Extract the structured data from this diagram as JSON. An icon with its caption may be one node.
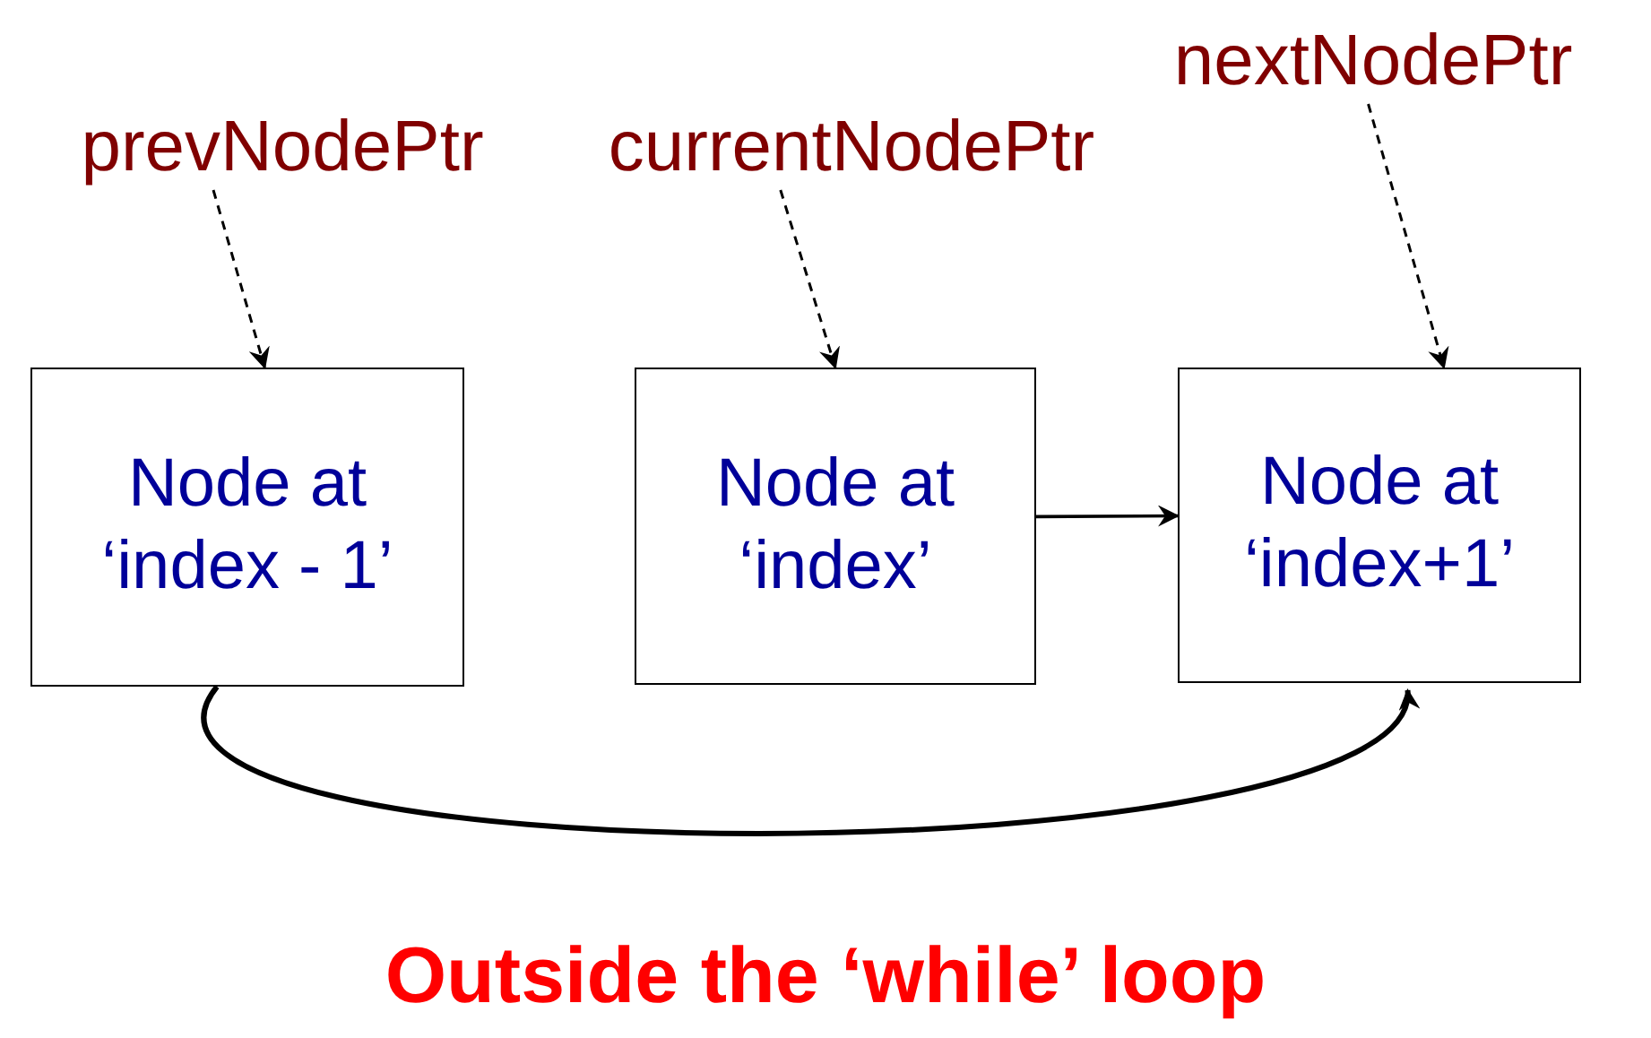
{
  "diagram": {
    "caption": "Outside the ‘while’ loop",
    "nodes": [
      {
        "text": [
          "prevNodePtr"
        ]
      },
      {
        "text": [
          "currentNodePtr"
        ]
      },
      {
        "text": [
          "nextNodePtr"
        ]
      },
      {
        "text": [
          "Node at ‘index - 1’"
        ]
      },
      {
        "text": [
          "Node at ‘index’"
        ]
      },
      {
        "text": [
          "Node at ‘index+1’"
        ]
      }
    ],
    "edges": [
      {
        "from": 0,
        "to": 3,
        "arrow": "to",
        "style": "dashed"
      },
      {
        "from": 1,
        "to": 4,
        "arrow": "to",
        "style": "dashed"
      },
      {
        "from": 2,
        "to": 5,
        "arrow": "to",
        "style": "dashed"
      },
      {
        "from": 4,
        "to": 5,
        "arrow": "to"
      },
      {
        "from": 3,
        "to": 5,
        "arrow": "to",
        "style": "thick"
      }
    ]
  }
}
